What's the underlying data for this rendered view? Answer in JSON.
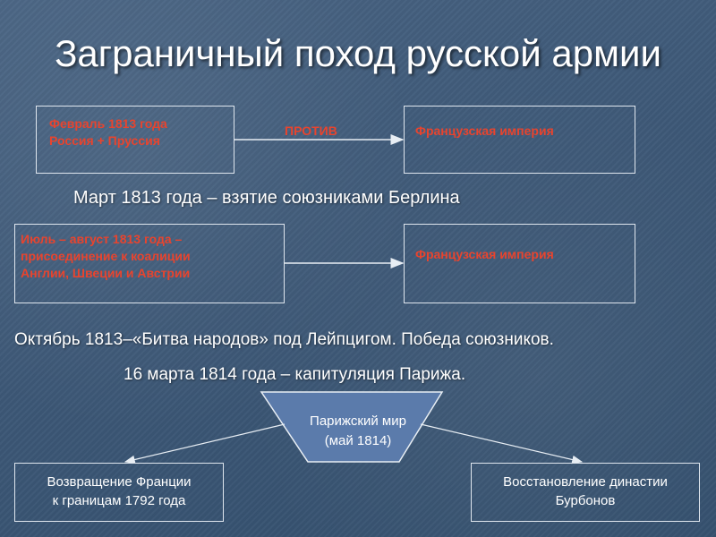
{
  "title": "Заграничный поход русской армии",
  "box1": {
    "line1": "Февраль 1813 года",
    "line2": "Россия + Пруссия"
  },
  "against_label": "ПРОТИВ",
  "box2": {
    "text": "Французская империя"
  },
  "line1": "Март 1813 года – взятие союзниками Берлина",
  "box3": {
    "line1": "Июль – август 1813 года –",
    "line2": "присоединение к коалиции",
    "line3": "Англии, Швеции и Австрии"
  },
  "box4": {
    "text": "Французская империя"
  },
  "line2": "Октябрь 1813–«Битва народов» под Лейпцигом. Победа союзников.",
  "line3": "16 марта 1814 года – капитуляция Парижа.",
  "paris_peace": {
    "line1": "Парижский мир",
    "line2": "(май 1814)"
  },
  "box_left": {
    "line1": "Возвращение Франции",
    "line2": "к границам 1792 года"
  },
  "box_right": {
    "line1": "Восстановление династии",
    "line2": "Бурбонов"
  },
  "colors": {
    "accent_red": "#e8442e",
    "text_white": "#ffffff",
    "background": "#3d5877"
  }
}
